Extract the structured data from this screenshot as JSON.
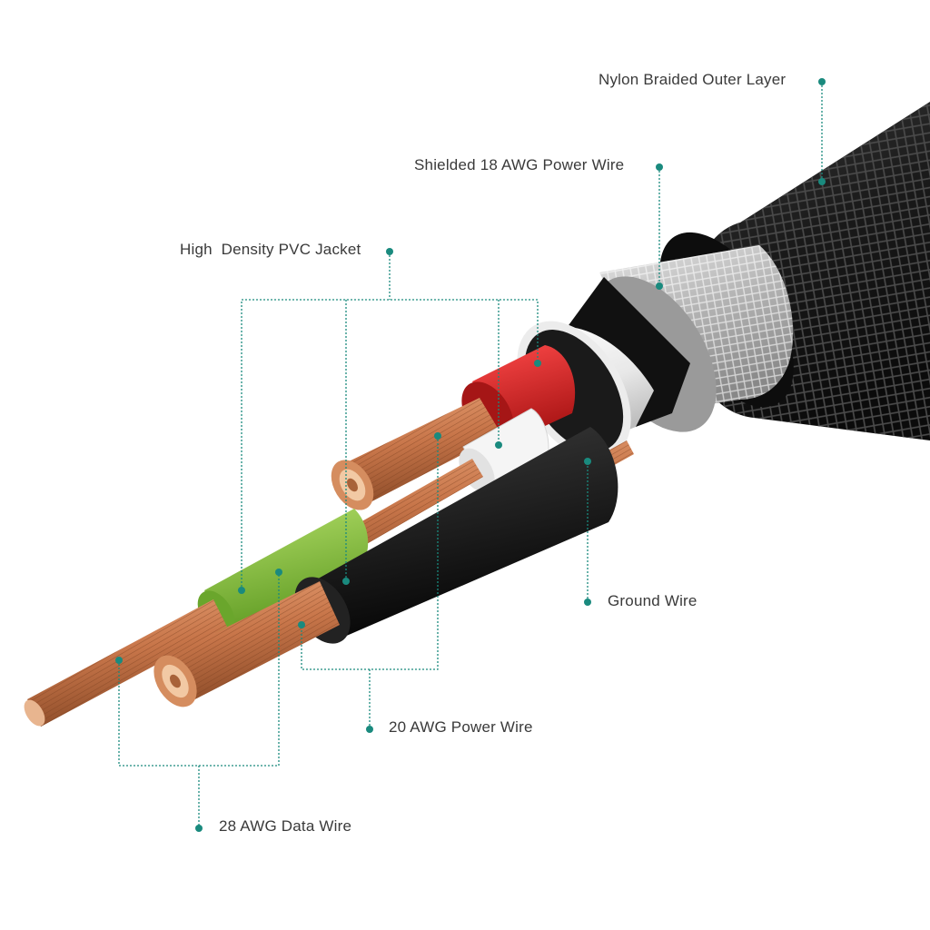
{
  "labels": {
    "outer_layer": "Nylon Braided Outer Layer",
    "shielded_power": "Shielded 18 AWG Power Wire",
    "pvc_jacket": "High  Density PVC Jacket",
    "ground_wire": "Ground Wire",
    "power_20awg": "20 AWG Power Wire",
    "data_28awg": "28 AWG Data Wire"
  },
  "colors": {
    "callout": "#1a8a7e",
    "text": "#3a3a3a",
    "outer_braid": "#1c1c1c",
    "shield": "#c9c9c9",
    "copper": "#c8764a",
    "red_jacket": "#d42222",
    "green_jacket": "#8cc43c",
    "black_jacket": "#151515",
    "white_jacket": "#f4f4f4"
  }
}
